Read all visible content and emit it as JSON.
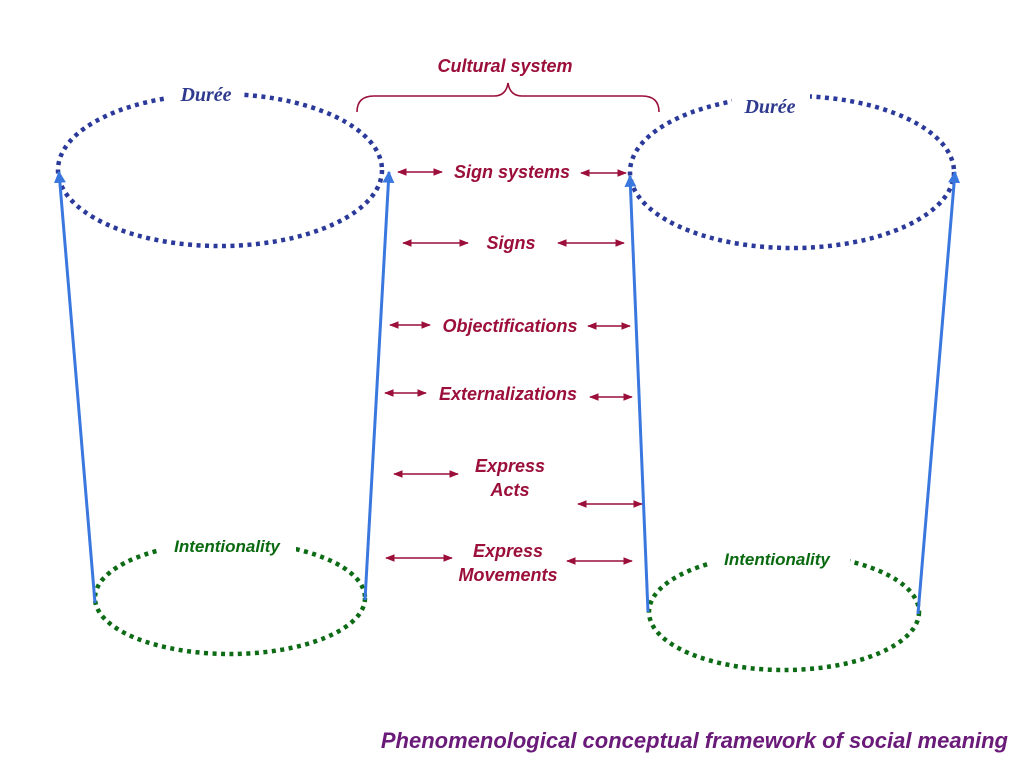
{
  "cultural_system": "Cultural system",
  "left_cylinder": {
    "top_label": "Durée",
    "bottom_label": "Intentionality"
  },
  "right_cylinder": {
    "top_label": "Durée",
    "bottom_label": "Intentionality"
  },
  "layers": {
    "sign_systems": "Sign systems",
    "signs": "Signs",
    "objectifications": "Objectifications",
    "externalizations": "Externalizations",
    "express_acts_line1": "Express",
    "express_acts_line2": "Acts",
    "express_movements_line1": "Express",
    "express_movements_line2": "Movements"
  },
  "caption": "Phenomenological conceptual framework of social meaning",
  "colors": {
    "label_red": "#9b0f3a",
    "label_green": "#0a6a10",
    "duree_blue": "#2f3a8f",
    "pole_blue": "#3a78e0",
    "caption_purple": "#6a1a78"
  }
}
